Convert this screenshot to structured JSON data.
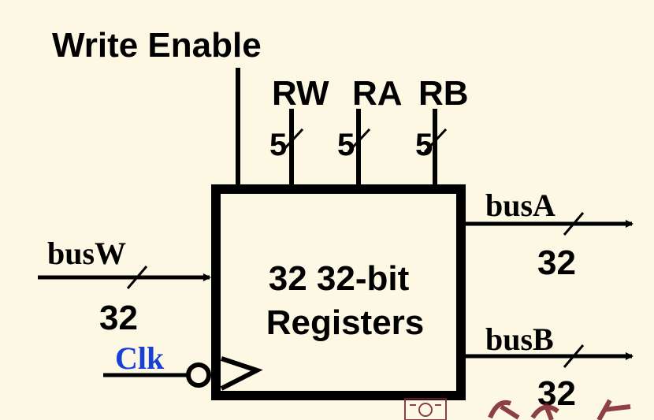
{
  "diagram": {
    "write_enable_label": "Write Enable",
    "register_address_labels": [
      "RW",
      "RA",
      "RB"
    ],
    "address_widths": [
      "5",
      "5",
      "5"
    ],
    "register_file_label_line1": "32 32-bit",
    "register_file_label_line2": "Registers",
    "input_bus": {
      "name": "busW",
      "width": "32"
    },
    "output_buses": [
      {
        "name": "busA",
        "width": "32"
      },
      {
        "name": "busB",
        "width": "32"
      }
    ],
    "clock_label": "Clk",
    "colors": {
      "background": "#fdf8e4",
      "ink": "#000000",
      "clock_label": "#1a3fd6",
      "watermark": "#7a1f2b"
    }
  }
}
